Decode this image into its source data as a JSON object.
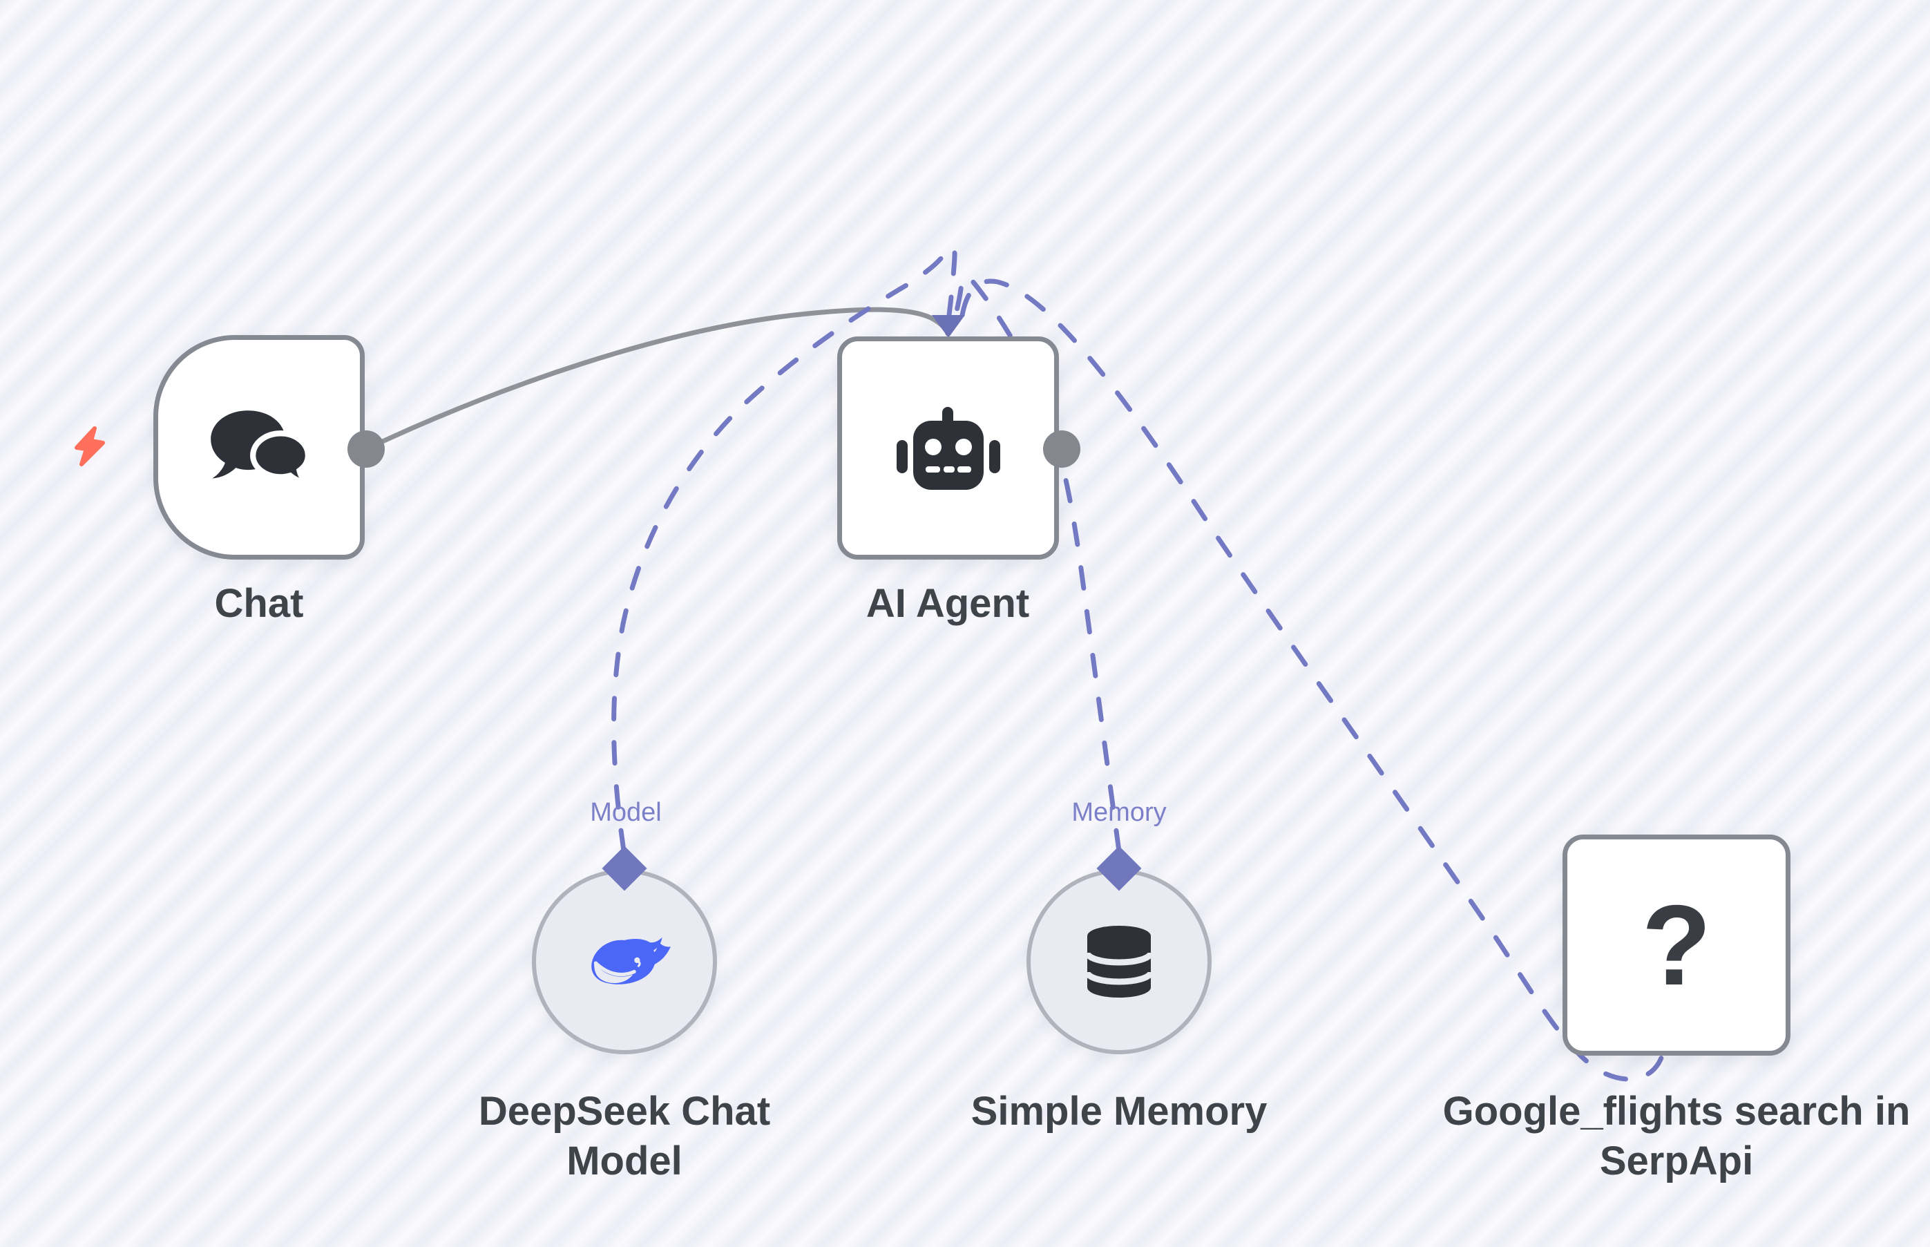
{
  "nodes": {
    "chat": {
      "label": "Chat",
      "icon": "chat-bubbles-icon"
    },
    "agent": {
      "label": "AI Agent",
      "icon": "robot-icon"
    },
    "model": {
      "label": "DeepSeek Chat Model",
      "port_label": "Model",
      "icon": "deepseek-whale-icon"
    },
    "memory": {
      "label": "Simple Memory",
      "port_label": "Memory",
      "icon": "database-icon"
    },
    "tool": {
      "label": "Google_flights search in SerpApi",
      "icon": "question-mark-icon",
      "icon_text": "?"
    }
  },
  "trigger": {
    "icon": "lightning-bolt-icon"
  },
  "colors": {
    "background_stripe_light": "#fafafd",
    "background_stripe_lavender": "#ecedf6",
    "node_border": "#858992",
    "node_background": "#ffffff",
    "circle_background": "#e9eaf2",
    "label_text": "#3f434a",
    "port_label_text": "#7b80c8",
    "connection_dashed": "#7379c2",
    "connection_solid": "#8f9298",
    "port_dot": "#84878e",
    "diamond_port": "#7077bd",
    "arrowhead": "#6b71b5",
    "icon_dark": "#2e3137",
    "deepseek_blue": "#4b67f7",
    "trigger_bolt": "#ff6f5c"
  }
}
